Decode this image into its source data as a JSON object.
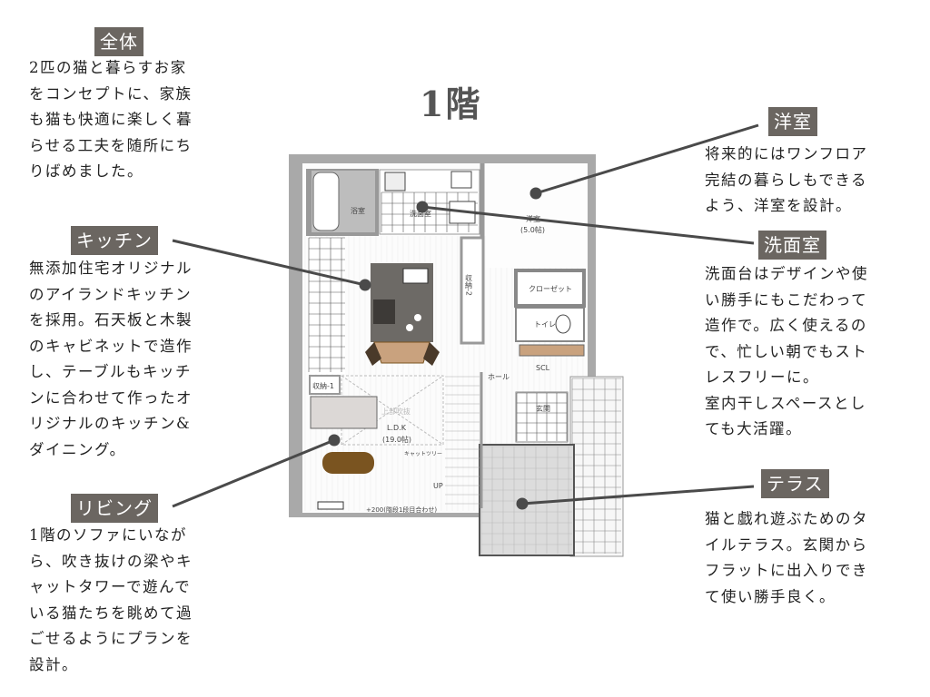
{
  "title": "1階",
  "sections": {
    "overall": {
      "tag": "全体",
      "lines": [
        "2匹の猫と暮らすお家",
        "をコンセプトに、家族",
        "も猫も快適に楽しく暮",
        "らせる工夫を随所にち",
        "りばめました。"
      ]
    },
    "kitchen": {
      "tag": "キッチン",
      "lines": [
        "無添加住宅オリジナル",
        "のアイランドキッチン",
        "を採用。石天板と木製",
        "のキャビネットで造作",
        "し、テーブルもキッチ",
        "ンに合わせて作ったオ",
        "リジナルのキッチン&",
        "ダイニング。"
      ]
    },
    "living": {
      "tag": "リビング",
      "lines": [
        "1階のソファにいなが",
        "ら、吹き抜けの梁やキ",
        "ャットタワーで遊んで",
        "いる猫たちを眺めて過",
        "ごせるようにプランを",
        "設計。"
      ]
    },
    "western": {
      "tag": "洋室",
      "lines": [
        "将来的にはワンフロア",
        "完結の暮らしもできる",
        "よう、洋室を設計。"
      ]
    },
    "washroom": {
      "tag": "洗面室",
      "lines": [
        "洗面台はデザインや使",
        "い勝手にもこだわって",
        "造作で。広く使えるの",
        "で、忙しい朝でもスト",
        "レスフリーに。",
        "室内干しスペースとし",
        "ても大活躍。"
      ]
    },
    "terrace": {
      "tag": "テラス",
      "lines": [
        "猫と戯れ遊ぶためのタ",
        "イルテラス。玄関から",
        "フラットに出入りでき",
        "て使い勝手良く。"
      ]
    }
  },
  "plan": {
    "labels": {
      "bath": "浴室",
      "washroom": "洗面室",
      "western": "洋室",
      "western_size": "(5.0帖)",
      "closet": "クローゼット",
      "storage2": "収納-2",
      "toilet": "トイレ",
      "storage1": "収納-1",
      "hall": "ホール",
      "scl": "SCL",
      "entrance": "玄関",
      "ldk": "L.D.K",
      "ldk_size": "(19.0帖)",
      "void": "上部吹抜",
      "cat_tree": "キャットツリー",
      "up": "UP",
      "stair_note": "+200(階段1段目合わせ)"
    }
  },
  "colors": {
    "tag_bg": "#6b6661",
    "island": "#6d6a66",
    "wood": "#c9a27e",
    "table": "#7a5420",
    "wall": "#9a9a9a"
  }
}
